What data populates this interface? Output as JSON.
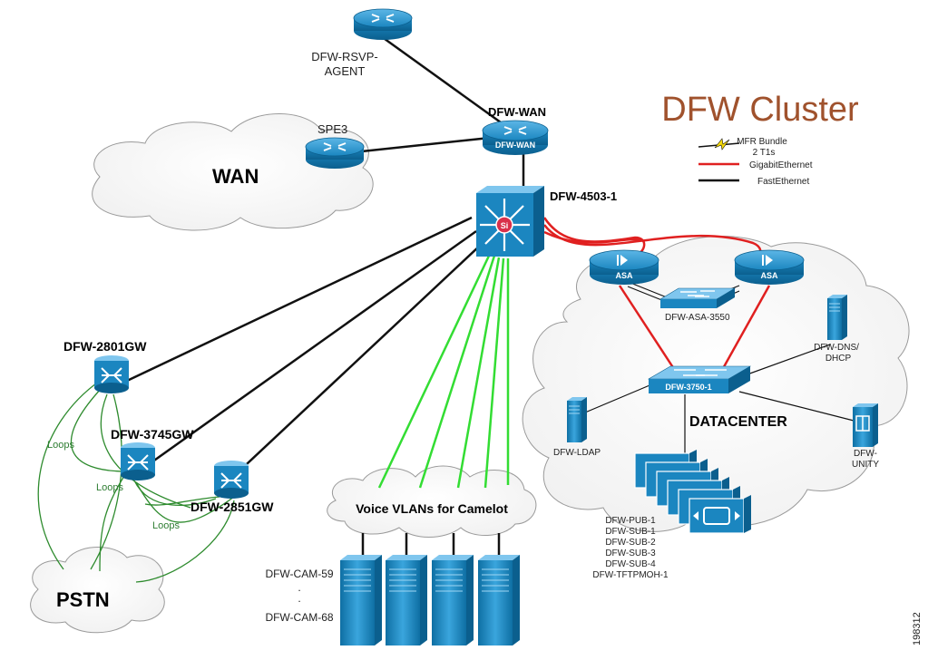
{
  "title": "DFW Cluster",
  "legend": {
    "mfr_bundle": "MFR Bundle",
    "mfr_detail": "2 T1s",
    "gigabit": "GigabitEthernet",
    "fast": "FastEthernet"
  },
  "clouds": {
    "wan": "WAN",
    "pstn": "PSTN",
    "datacenter": "DATACENTER",
    "voice_vlans": "Voice VLANs for Camelot"
  },
  "devices": {
    "rsvp_agent_line1": "DFW-RSVP-",
    "rsvp_agent_line2": "AGENT",
    "spe3": "SPE3",
    "dfw_wan": "DFW-WAN",
    "dfw_wan_inner": "DFW-WAN",
    "switch_4503": "DFW-4503-1",
    "si_label": "Si",
    "asa_left": "ASA",
    "asa_right": "ASA",
    "asa_3550": "DFW-ASA-3550",
    "dns_line1": "DFW-DNS/",
    "dns_line2": "DHCP",
    "switch_3750": "DFW-3750-1",
    "ldap": "DFW-LDAP",
    "unity_line1": "DFW-",
    "unity_line2": "UNITY",
    "gw_2801": "DFW-2801GW",
    "gw_3745": "DFW-3745GW",
    "gw_2851": "DFW-2851GW",
    "cam_first": "DFW-CAM-59",
    "cam_dot1": ".",
    "cam_dot2": ".",
    "cam_last": "DFW-CAM-68"
  },
  "servers_list": [
    "DFW-PUB-1",
    "DFW-SUB-1",
    "DFW-SUB-2",
    "DFW-SUB-3",
    "DFW-SUB-4",
    "DFW-TFTPMOH-1"
  ],
  "loops": [
    "Loops",
    "Loops",
    "Loops"
  ],
  "figure_id": "198312",
  "colors": {
    "device_blue": "#1b86c0",
    "gigabit_red": "#e02020",
    "voice_green": "#33dd33",
    "pstn_green": "#2e8b2e",
    "title_brown": "#a0522d"
  }
}
